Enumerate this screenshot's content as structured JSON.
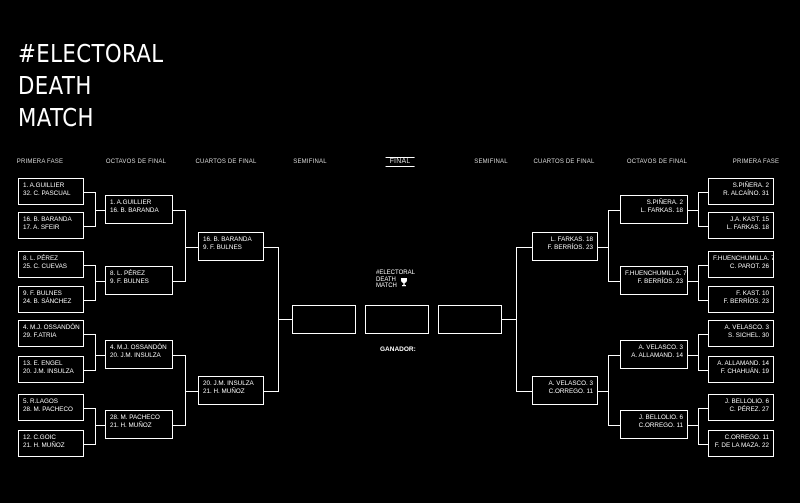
{
  "title": [
    "#ELECTORAL",
    "DEATH",
    "MATCH"
  ],
  "headers": {
    "primera_fase": "PRIMERA FASE",
    "octavos": "OCTAVOS DE FINAL",
    "cuartos": "CUARTOS DE FINAL",
    "semifinal": "SEMIFINAL",
    "final": "FINAL"
  },
  "logo": [
    "#ELECTORAL",
    "DEATH",
    "MATCH"
  ],
  "winner_label": "GANADOR:",
  "left": {
    "r1": [
      [
        "1. A.GUILLIER",
        "32. C. PASCUAL"
      ],
      [
        "16. B. BARANDA",
        "17. A. SFEIR"
      ],
      [
        "8. L. PÉREZ",
        "25. C. CUEVAS"
      ],
      [
        "9. F. BULNES",
        "24. B. SÁNCHEZ"
      ],
      [
        "4. M.J. OSSANDÓN",
        "29. F.ATRIA"
      ],
      [
        "13. E. ENGEL",
        "20. J.M. INSULZA"
      ],
      [
        "5. R.LAGOS",
        "28. M. PACHECO"
      ],
      [
        "12. C.GOIC",
        "21. H. MUÑOZ"
      ]
    ],
    "r2": [
      [
        "1. A.GUILLIER",
        "16. B. BARANDA"
      ],
      [
        "8. L. PÉREZ",
        "9. F. BULNES"
      ],
      [
        "4. M.J. OSSANDÓN",
        "20. J.M. INSULZA"
      ],
      [
        "28. M. PACHECO",
        "21. H. MUÑOZ"
      ]
    ],
    "r3": [
      [
        "16. B. BARANDA",
        "9. F. BULNES"
      ],
      [
        "20. J.M. INSULZA",
        "21. H. MUÑOZ"
      ]
    ]
  },
  "right": {
    "r1": [
      [
        "S.PIÑERA. 2",
        "R. ALCAÍNO. 31"
      ],
      [
        "J.A. KAST. 15",
        "L. FARKAS. 18"
      ],
      [
        "F.HUENCHUMILLA. 7",
        "C. PAROT. 26"
      ],
      [
        "F. KAST. 10",
        "F. BERRÍOS. 23"
      ],
      [
        "A. VELASCO. 3",
        "S. SICHEL. 30"
      ],
      [
        "A. ALLAMAND. 14",
        "F. CHAHUÁN. 19"
      ],
      [
        "J. BELLOLIO. 6",
        "C. PÉREZ. 27"
      ],
      [
        "C.ORREGO. 11",
        "F. DE LA MAZA. 22"
      ]
    ],
    "r2": [
      [
        "S.PIÑERA. 2",
        "L. FARKAS. 18"
      ],
      [
        "F.HUENCHUMILLA. 7",
        "F. BERRÍOS. 23"
      ],
      [
        "A. VELASCO. 3",
        "A. ALLAMAND. 14"
      ],
      [
        "J. BELLOLIO. 6",
        "C.ORREGO. 11"
      ]
    ],
    "r3": [
      [
        "L. FARKAS. 18",
        "F. BERRÍOS. 23"
      ],
      [
        "A. VELASCO. 3",
        "C.ORREGO. 11"
      ]
    ]
  }
}
